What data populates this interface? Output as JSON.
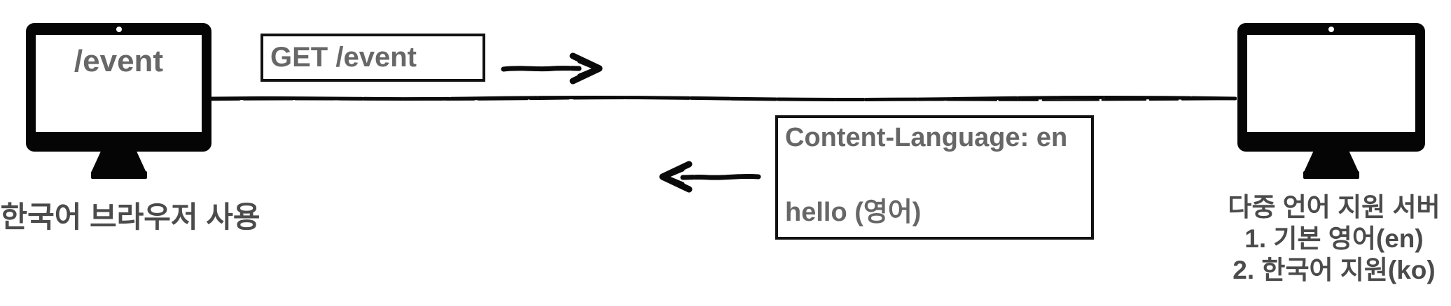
{
  "diagram": {
    "client": {
      "screen_label": "/event",
      "caption": "한국어 브라우저 사용",
      "icon": "desktop-monitor-icon"
    },
    "request": {
      "box_label": "GET /event",
      "arrow_icon": "arrow-right-icon"
    },
    "response": {
      "header_line": "Content-Language: en",
      "body_line": "hello (영어)",
      "arrow_icon": "arrow-left-icon"
    },
    "server": {
      "caption_lines": [
        "다중 언어 지원 서버",
        "1. 기본 영어(en)",
        "2. 한국어 지원(ko)"
      ],
      "icon": "desktop-monitor-icon"
    },
    "colors": {
      "icon_black": "#050505",
      "box_border_black": "#111111",
      "label_gray": "#676767",
      "caption_dark_gray": "#4b4b4b",
      "background": "#ffffff"
    }
  }
}
